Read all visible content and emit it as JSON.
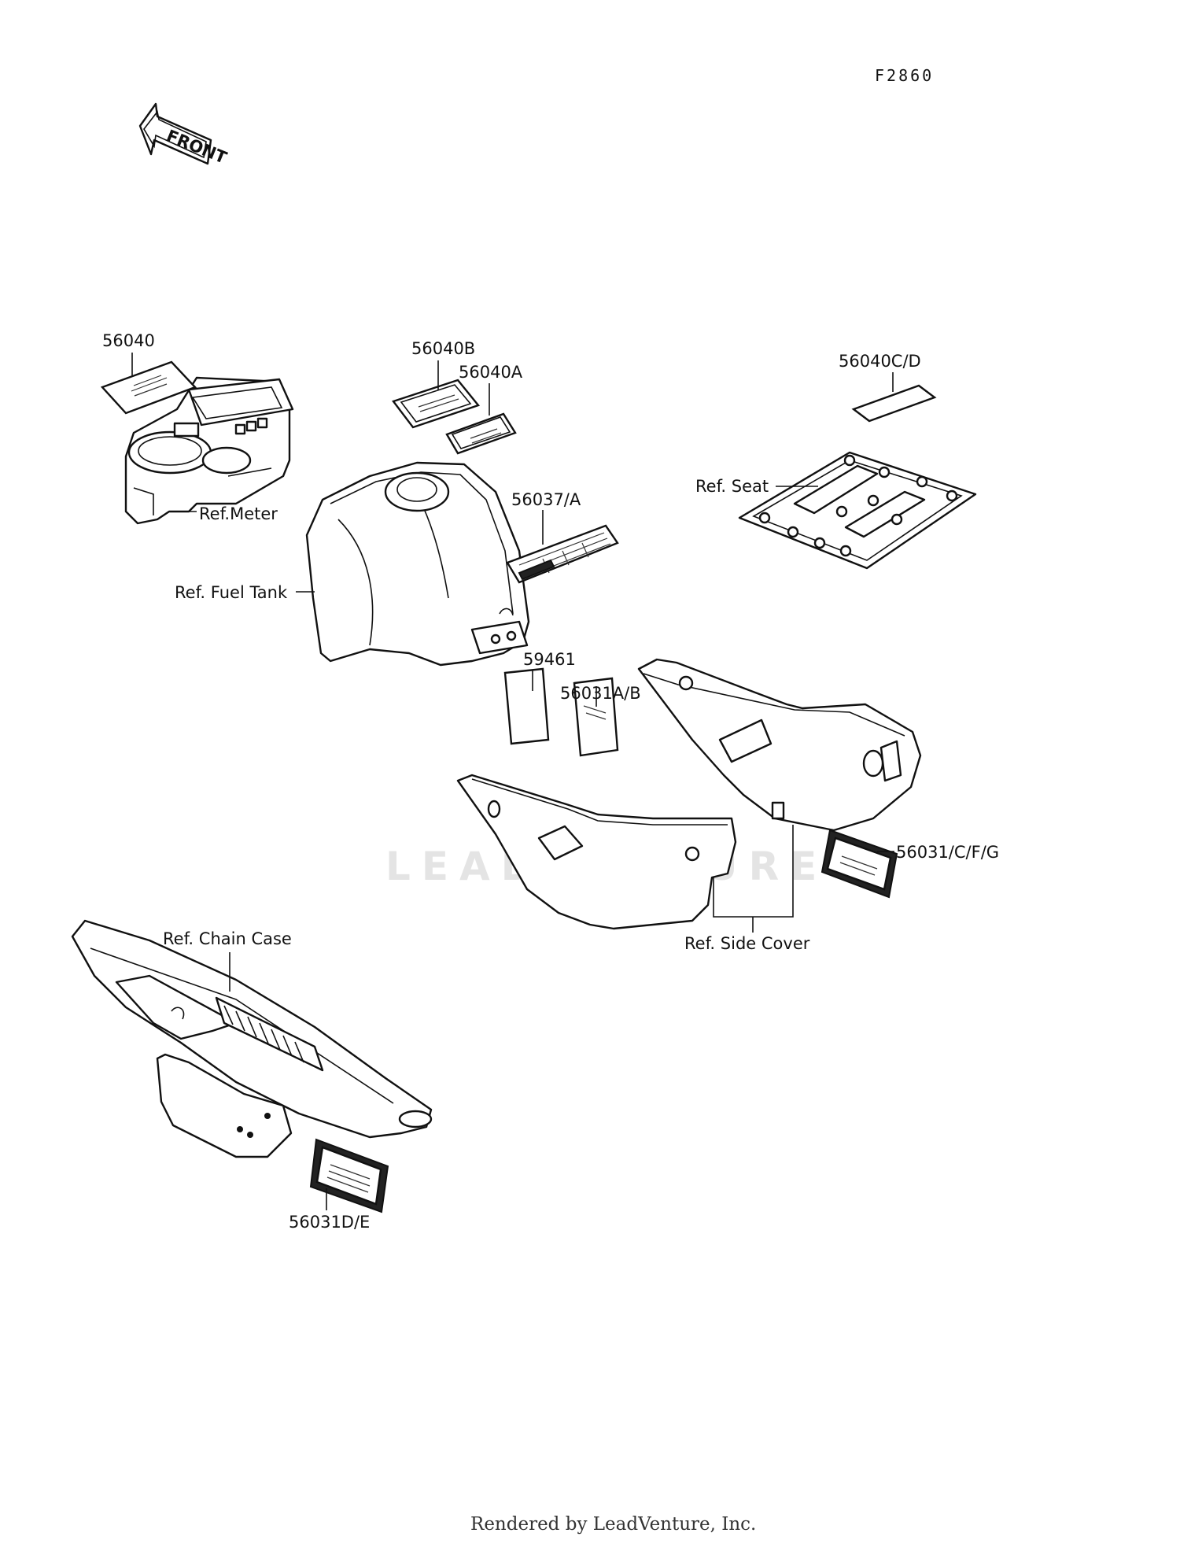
{
  "figure_code": "F2860",
  "front_arrow_label": "FRONT",
  "watermark": "LEADVENTURE",
  "footer": "Rendered by LeadVenture, Inc.",
  "callouts": {
    "p56040": "56040",
    "p56040B": "56040B",
    "p56040A": "56040A",
    "p56040CD": "56040C/D",
    "p56037A": "56037/A",
    "p59461": "59461",
    "p56031AB": "56031A/B",
    "p56031CFG": "56031/C/F/G",
    "p56031DE": "56031D/E"
  },
  "references": {
    "meter": "Ref.Meter",
    "fuel_tank": "Ref. Fuel Tank",
    "seat": "Ref. Seat",
    "side_cover": "Ref. Side Cover",
    "chain_case": "Ref. Chain Case"
  }
}
